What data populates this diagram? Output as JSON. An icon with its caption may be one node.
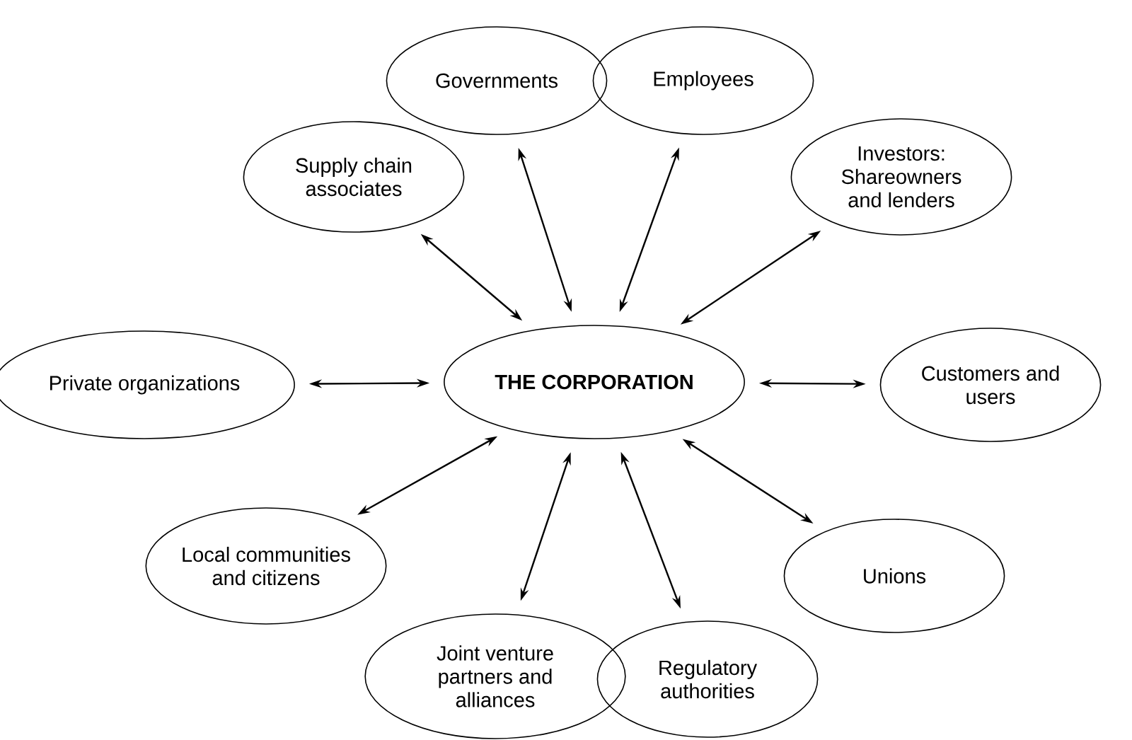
{
  "diagram": {
    "nodes": [
      {
        "text": [
          "**THE CORPORATION**"
        ]
      },
      {
        "text": [
          "Governments"
        ]
      },
      {
        "text": [
          "Employees"
        ]
      },
      {
        "text": [
          "Supply chain associates"
        ]
      },
      {
        "text": [
          "Investors: Shareowners and lenders"
        ]
      },
      {
        "text": [
          "Private organizations"
        ]
      },
      {
        "text": [
          "Customers and users"
        ]
      },
      {
        "text": [
          "Local communities and citizens"
        ]
      },
      {
        "text": [
          "Unions"
        ]
      },
      {
        "text": [
          "Joint venture partners and alliances"
        ]
      },
      {
        "text": [
          "Regulatory authorities"
        ]
      }
    ],
    "edges": [
      {
        "from": 0,
        "to": 1,
        "arrow": "both"
      },
      {
        "from": 0,
        "to": 2,
        "arrow": "both"
      },
      {
        "from": 0,
        "to": 3,
        "arrow": "both"
      },
      {
        "from": 0,
        "to": 4,
        "arrow": "both"
      },
      {
        "from": 0,
        "to": 5,
        "arrow": "both"
      },
      {
        "from": 0,
        "to": 6,
        "arrow": "both"
      },
      {
        "from": 0,
        "to": 7,
        "arrow": "both"
      },
      {
        "from": 0,
        "to": 8,
        "arrow": "both"
      },
      {
        "from": 0,
        "to": 9,
        "arrow": "both"
      },
      {
        "from": 0,
        "to": 10,
        "arrow": "both"
      }
    ]
  }
}
